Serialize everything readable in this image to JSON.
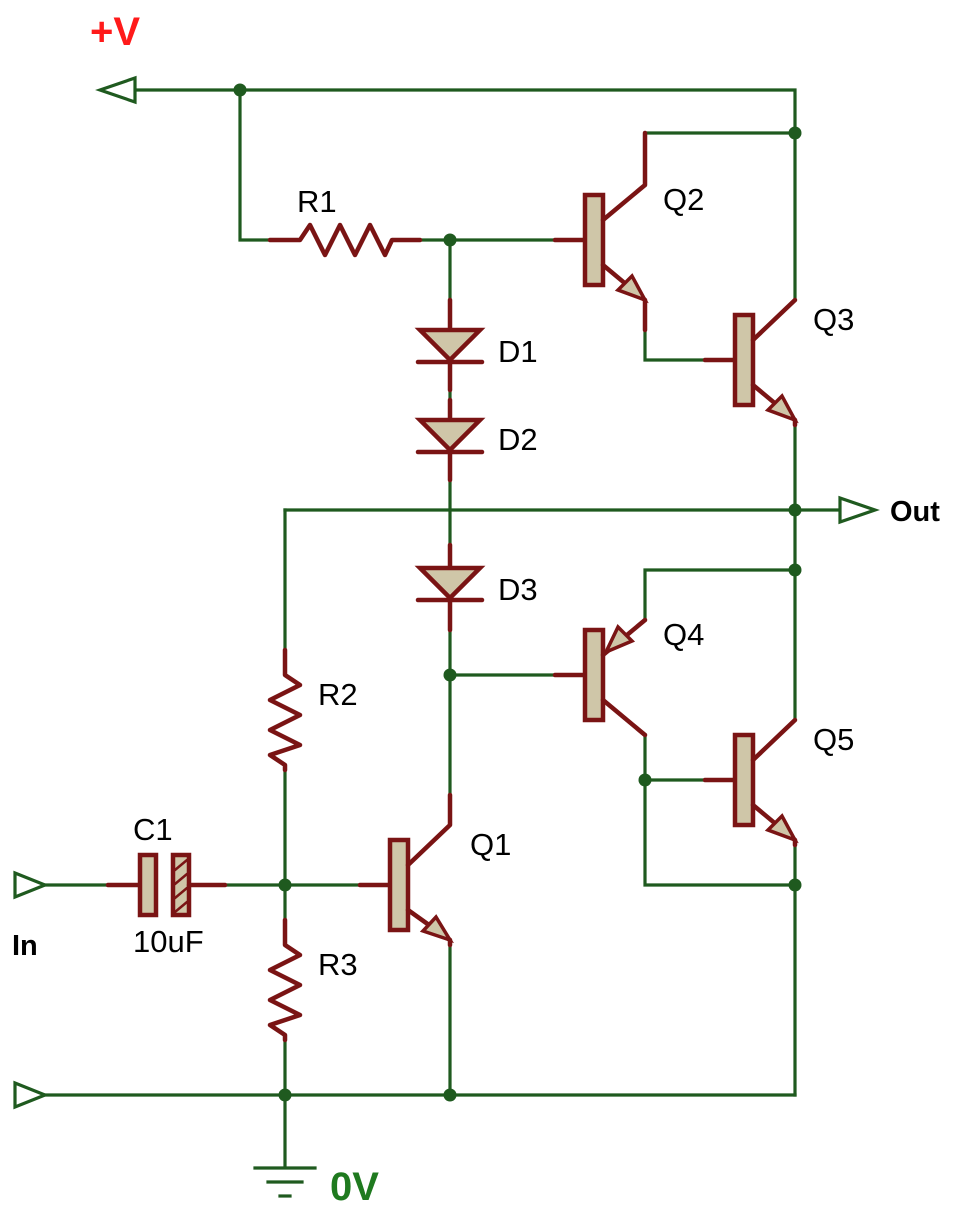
{
  "colors": {
    "wire": "#1f5a1f",
    "component": "#7a1414",
    "component_fill": "#cfc6a8",
    "supply_label": "#ff1a1a",
    "ground_label": "#1f7a1f"
  },
  "labels": {
    "supply": "+V",
    "ground": "0V",
    "input": "In",
    "output": "Out",
    "r1": "R1",
    "r2": "R2",
    "r3": "R3",
    "c1": "C1",
    "c1_value": "10uF",
    "d1": "D1",
    "d2": "D2",
    "d3": "D3",
    "q1": "Q1",
    "q2": "Q2",
    "q3": "Q3",
    "q4": "Q4",
    "q5": "Q5"
  }
}
